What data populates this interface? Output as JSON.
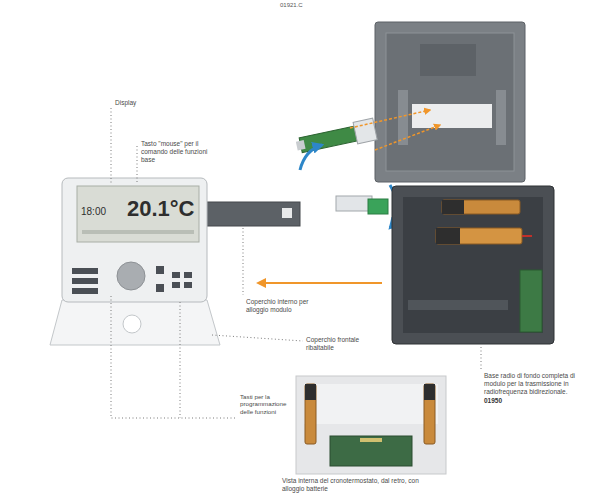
{
  "diagram": {
    "labels": [
      "01921.C",
      "Display",
      "Tasto \"mouse\" per il comando delle funzioni base",
      "18:00",
      "20.1°C",
      "Coperchio interno per alloggio modulo",
      "Coperchio frontale ribaltabile",
      "Base radio di fondo completa di modulo per la trasmissione in radiofrequenza bidirezionale.",
      "01950",
      "Tasti per la programmazione delle funzioni",
      "Vista interna del cronotermostato, dal retro, con alloggio batterie"
    ]
  }
}
